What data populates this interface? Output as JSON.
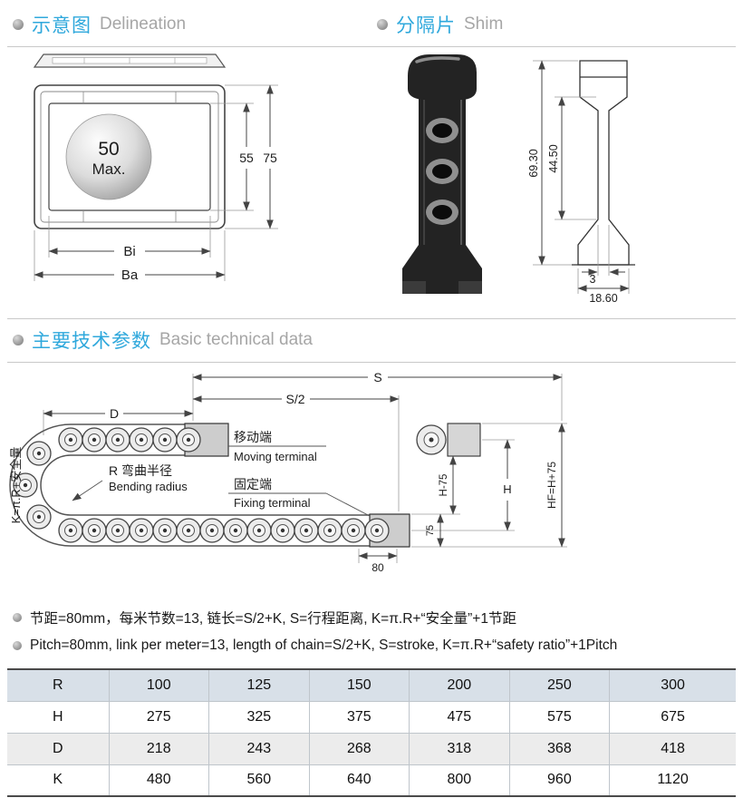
{
  "colors": {
    "accent": "#2fa8dc",
    "heading_gray": "#a6a6a6",
    "table_header_bg": "#d8e0e8",
    "table_alt_bg": "#ececec"
  },
  "delineation": {
    "title_cn": "示意图",
    "title_en": "Delineation",
    "sphere_value": "50",
    "sphere_unit": "Max.",
    "dim_inner_height": "55",
    "dim_outer_height": "75",
    "dim_inner_width": "Bi",
    "dim_outer_width": "Ba"
  },
  "shim": {
    "title_cn": "分隔片",
    "title_en": "Shim",
    "dim_total_height": "69.30",
    "dim_mid_height": "44.50",
    "dim_waist": "3",
    "dim_foot": "18.60"
  },
  "technical": {
    "title_cn": "主要技术参数",
    "title_en": "Basic technical data",
    "labels": {
      "stroke": "S",
      "half_stroke": "S/2",
      "d": "D",
      "bending_cn": "R 弯曲半径",
      "bending_en": "Bending radius",
      "moving_cn": "移动端",
      "moving_en": "Moving terminal",
      "fixing_cn": "固定端",
      "fixing_en": "Fixing terminal",
      "safety": "K=π.R+安全量",
      "h_minus": "H-75",
      "h": "H",
      "hf": "HF=H+75",
      "dim75": "75",
      "dim80": "80"
    }
  },
  "notes": {
    "cn": "节距=80mm，每米节数=13, 链长=S/2+K, S=行程距离, K=π.R+“安全量”+1节距",
    "en": "Pitch=80mm, link per meter=13, length of chain=S/2+K, S=stroke, K=π.R+“safety ratio”+1Pitch"
  },
  "table": {
    "rows": [
      {
        "label": "R",
        "values": [
          "100",
          "125",
          "150",
          "200",
          "250",
          "300"
        ]
      },
      {
        "label": "H",
        "values": [
          "275",
          "325",
          "375",
          "475",
          "575",
          "675"
        ]
      },
      {
        "label": "D",
        "values": [
          "218",
          "243",
          "268",
          "318",
          "368",
          "418"
        ]
      },
      {
        "label": "K",
        "values": [
          "480",
          "560",
          "640",
          "800",
          "960",
          "1120"
        ]
      }
    ]
  }
}
